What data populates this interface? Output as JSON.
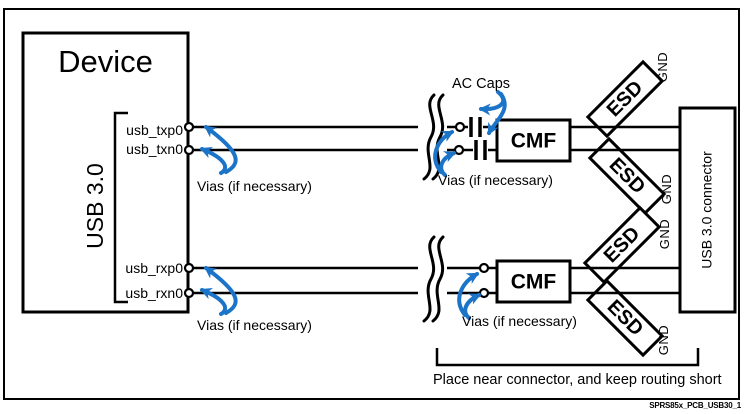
{
  "colors": {
    "ink": "#000000",
    "accent_blue": "#1b74c8",
    "paper": "#ffffff"
  },
  "device": {
    "title": "Device",
    "interface_label": "USB 3.0",
    "pins": [
      "usb_txp0",
      "usb_txn0",
      "usb_rxp0",
      "usb_rxn0"
    ]
  },
  "labels": {
    "ac_caps": "AC Caps",
    "vias_note": "Vias (if necessary)",
    "cmf": "CMF",
    "esd": "ESD",
    "gnd": "GND",
    "connector": "USB 3.0 connector",
    "placement_note": "Place near connector, and keep routing short",
    "figure_id": "SPRS85x_PCB_USB30_1"
  }
}
